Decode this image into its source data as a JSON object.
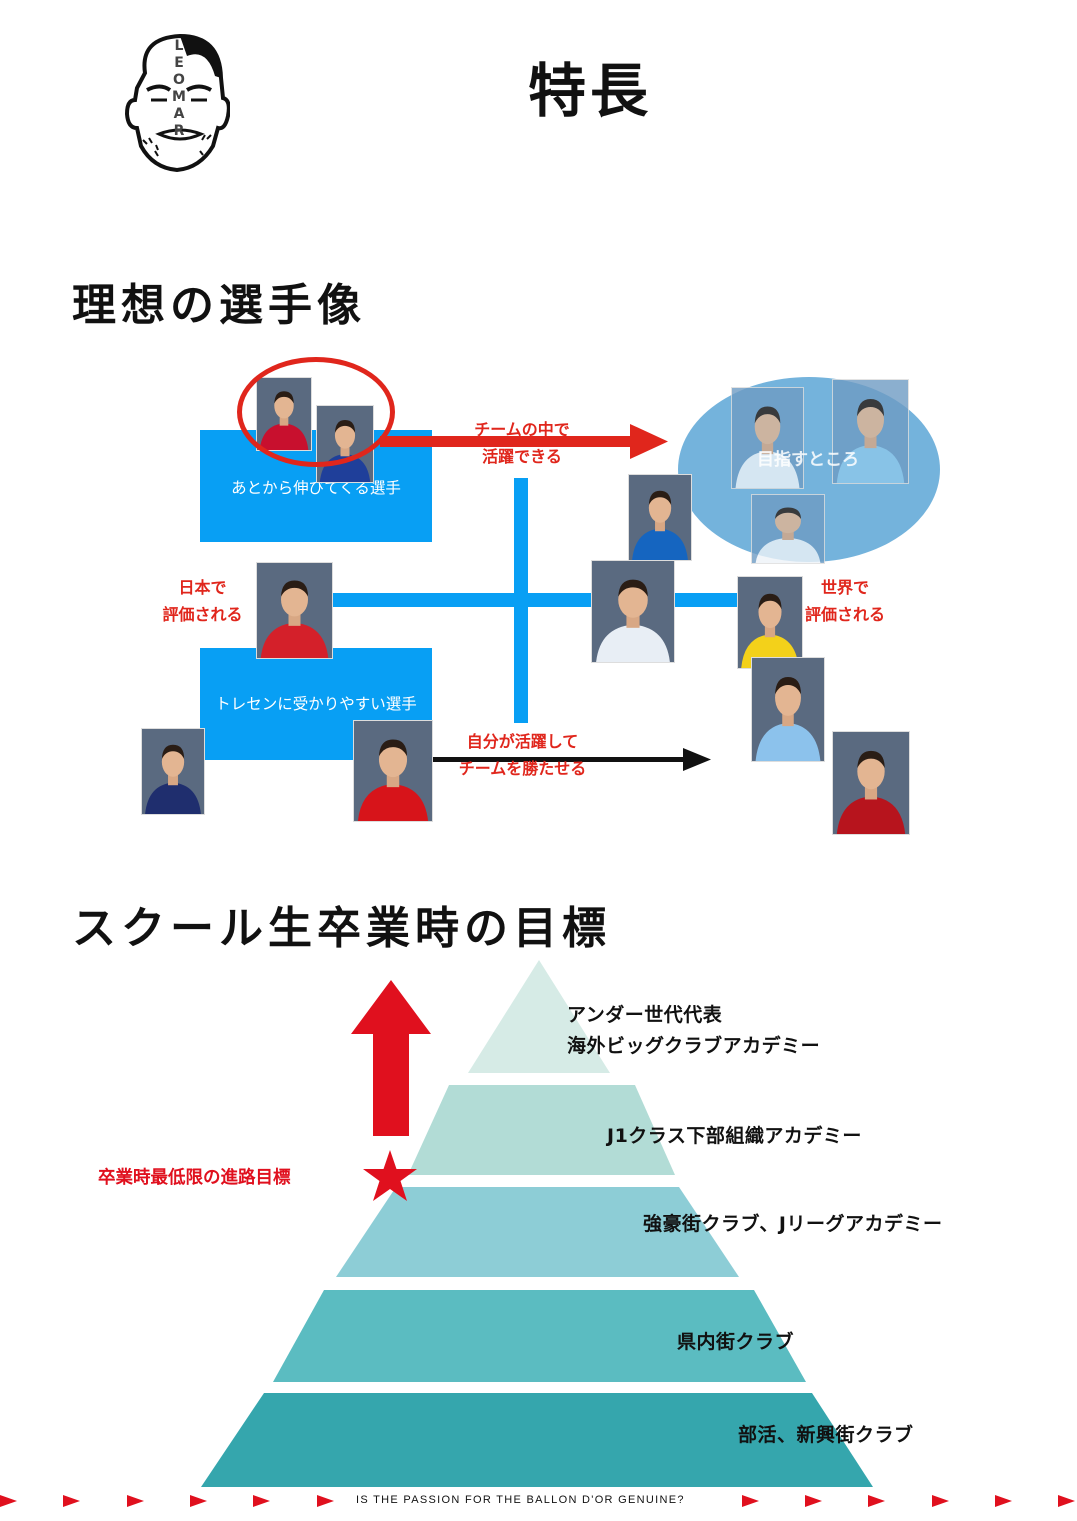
{
  "header": {
    "logo_text": "LEOMAR",
    "title": "特長"
  },
  "ideal_player": {
    "title": "理想の選手像",
    "boxes": {
      "late_bloomer": "あとから伸びてくる選手",
      "tracen": "トレセンに受かりやすい選手"
    },
    "axis_labels": {
      "japan": [
        "日本で",
        "評価される"
      ],
      "world": [
        "世界で",
        "評価される"
      ],
      "team_active": [
        "チームの中で",
        "活躍できる"
      ],
      "self_active": [
        "自分が活躍して",
        "チームを勝たせる"
      ]
    },
    "goal": "目指すところ",
    "colors": {
      "box_blue": "#089ff4",
      "accent_red": "#e0261c",
      "goal_ellipse": "#74b3dc"
    },
    "photos": [
      {
        "id": "red-kit-player",
        "kit": "#c8102e"
      },
      {
        "id": "blonde-blue-kit-player",
        "kit": "#1f3f9a"
      },
      {
        "id": "red-black-kit-player",
        "kit": "#d4202a"
      },
      {
        "id": "japan-kit-player",
        "kit": "#1f2e6e"
      },
      {
        "id": "arsenal-kit-player",
        "kit": "#d7141a"
      },
      {
        "id": "blue-white-stripe-player",
        "kit": "#1565c0"
      },
      {
        "id": "white-blue-kit-player",
        "kit": "#e8eef5"
      },
      {
        "id": "white-kit-player-1",
        "kit": "#eef3f8"
      },
      {
        "id": "argentina-kit-player",
        "kit": "#8ec7ea"
      },
      {
        "id": "white-kit-player-2",
        "kit": "#eef3f8"
      },
      {
        "id": "yellow-kit-player",
        "kit": "#f3d11a"
      },
      {
        "id": "sky-blue-kit-player",
        "kit": "#8cc2ec"
      },
      {
        "id": "portugal-kit-player",
        "kit": "#b7141d"
      }
    ]
  },
  "school_goal": {
    "title": "スクール生卒業時の目標",
    "min_target_label": "卒業時最低限の進路目標",
    "tiers": [
      {
        "lines": [
          "アンダー世代代表",
          "海外ビッグクラブアカデミー"
        ],
        "color": "#d6ebe6"
      },
      {
        "lines": [
          "J1クラス下部組織アカデミー"
        ],
        "color": "#b2dcd6"
      },
      {
        "lines": [
          "強豪街クラブ、Jリーグアカデミー"
        ],
        "color": "#8dcdd6"
      },
      {
        "lines": [
          "県内街クラブ"
        ],
        "color": "#5bbcc1"
      },
      {
        "lines": [
          "部活、新興街クラブ"
        ],
        "color": "#35a6ad"
      }
    ],
    "arrow_color": "#e0101e"
  },
  "footer": {
    "text": "IS THE PASSION FOR THE BALLON D'OR GENUINE?",
    "marker_color": "#e0101e"
  }
}
